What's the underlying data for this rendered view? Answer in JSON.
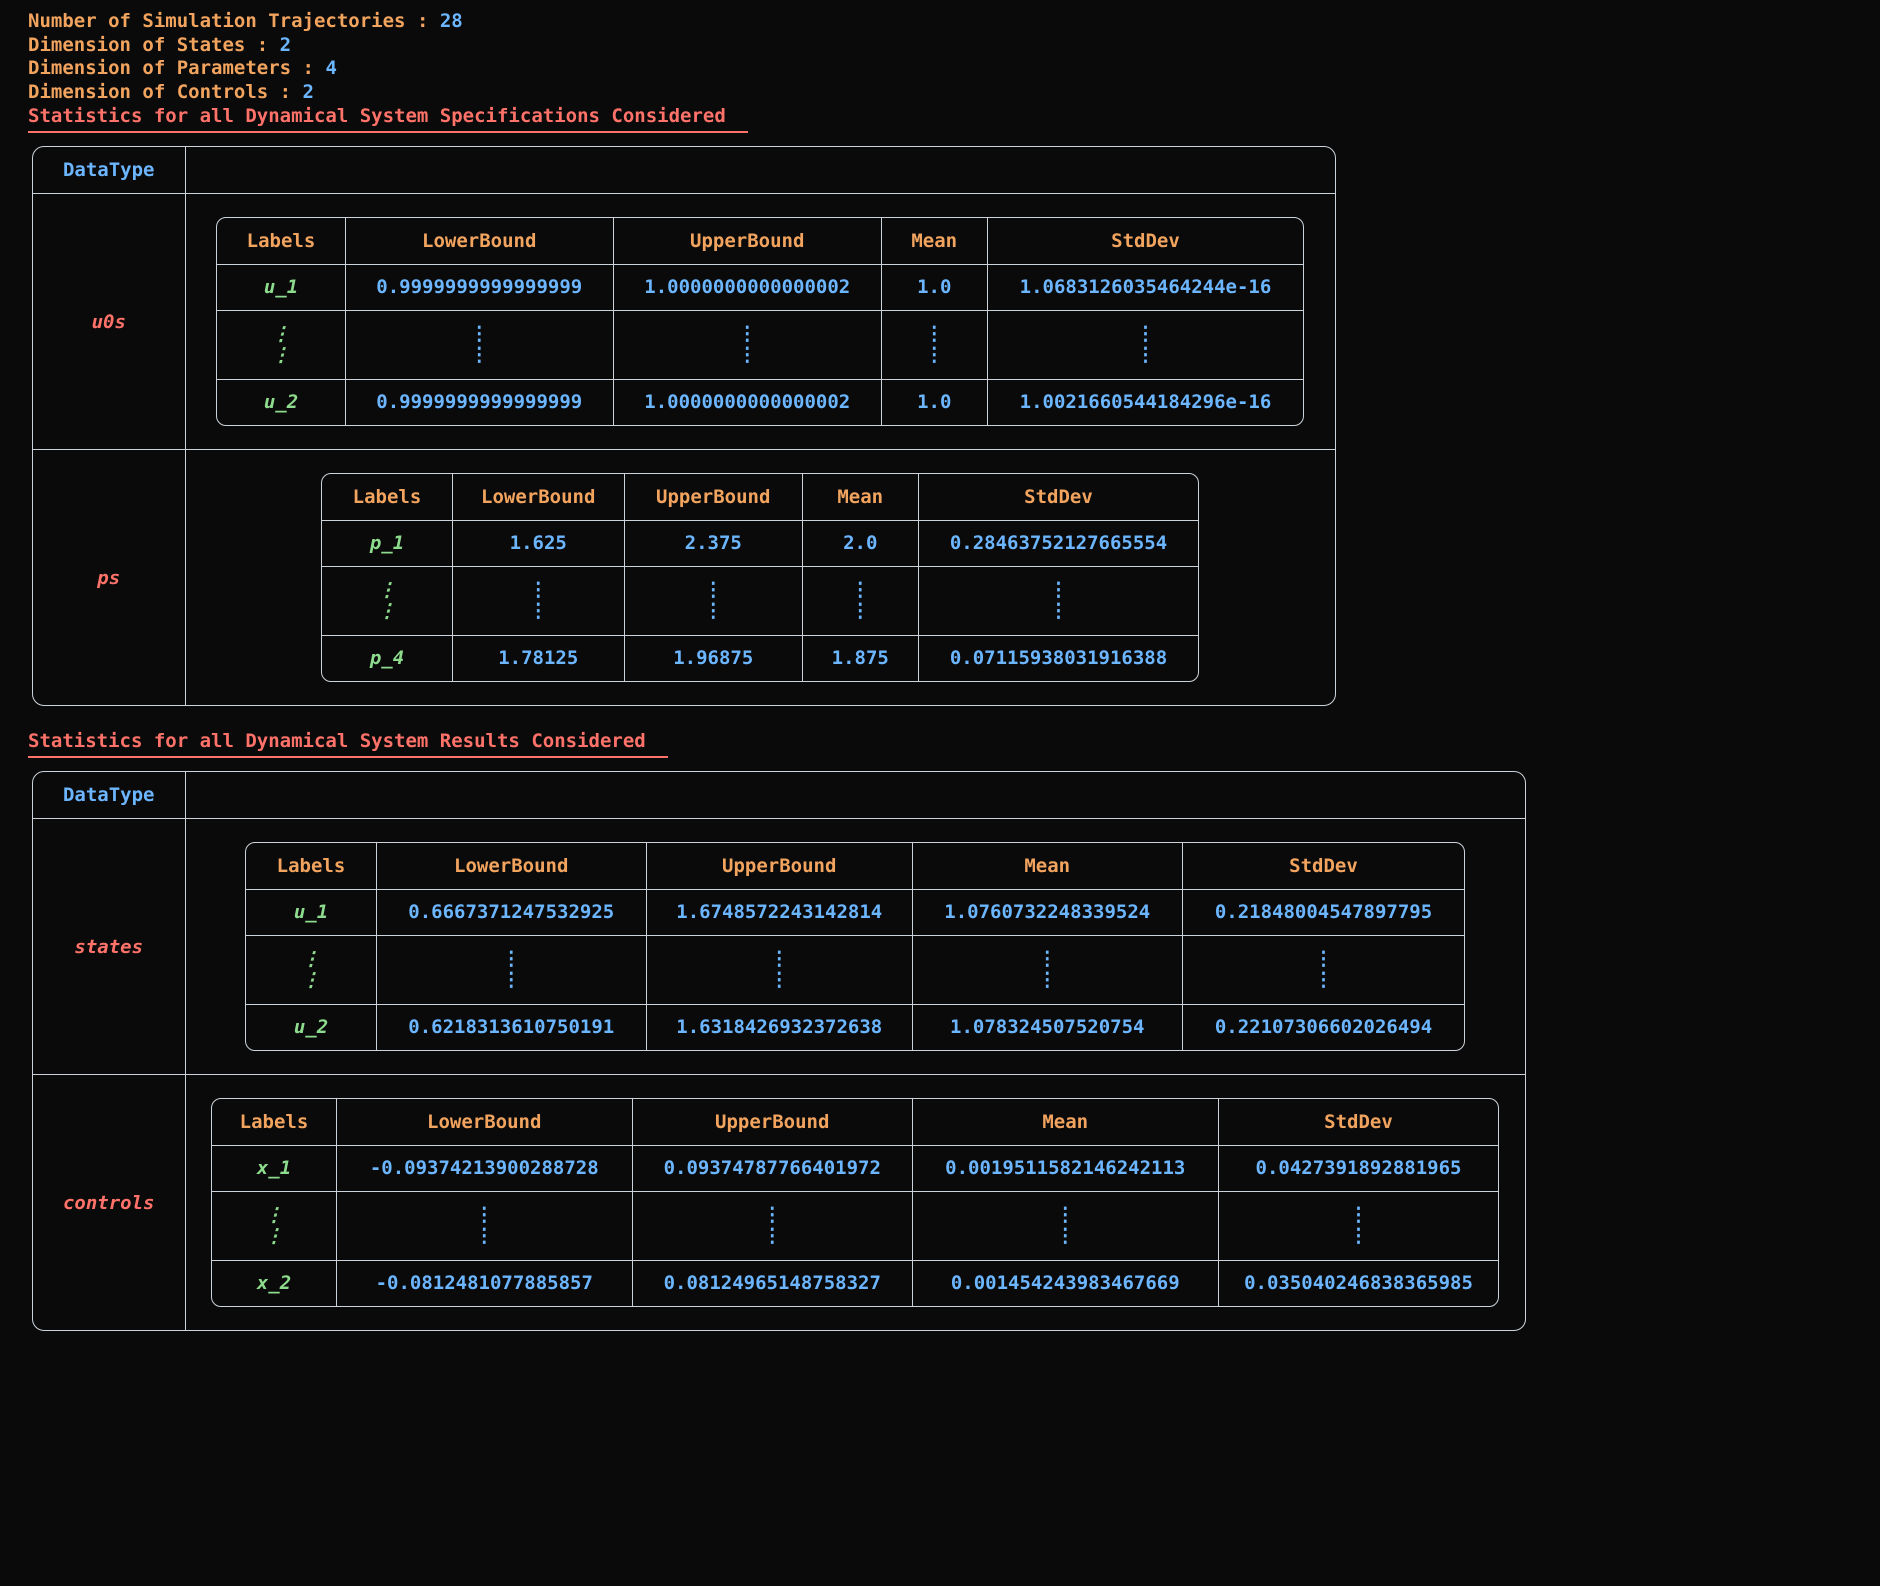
{
  "glyphs": {
    "vdots": "⋮"
  },
  "info_lines": [
    {
      "label": "Number of Simulation Trajectories",
      "sep": " : ",
      "value": "28"
    },
    {
      "label": "Dimension of States",
      "sep": " : ",
      "value": "2"
    },
    {
      "label": "Dimension of Parameters",
      "sep": " : ",
      "value": "4"
    },
    {
      "label": "Dimension of Controls",
      "sep": " : ",
      "value": "2"
    }
  ],
  "sections": [
    {
      "title": "Statistics for all Dynamical System Specifications Considered",
      "datatype_header": "DataType",
      "groups": [
        {
          "name": "u0s",
          "columns": [
            "Labels",
            "LowerBound",
            "UpperBound",
            "Mean",
            "StdDev"
          ],
          "rows": [
            {
              "label": "u_1",
              "lower": "0.9999999999999999",
              "upper": "1.0000000000000002",
              "mean": "1.0",
              "std": "1.0683126035464244e-16"
            },
            {
              "label": "u_2",
              "lower": "0.9999999999999999",
              "upper": "1.0000000000000002",
              "mean": "1.0",
              "std": "1.0021660544184296e-16"
            }
          ]
        },
        {
          "name": "ps",
          "columns": [
            "Labels",
            "LowerBound",
            "UpperBound",
            "Mean",
            "StdDev"
          ],
          "rows": [
            {
              "label": "p_1",
              "lower": "1.625",
              "upper": "2.375",
              "mean": "2.0",
              "std": "0.28463752127665554"
            },
            {
              "label": "p_4",
              "lower": "1.78125",
              "upper": "1.96875",
              "mean": "1.875",
              "std": "0.07115938031916388"
            }
          ]
        }
      ]
    },
    {
      "title": "Statistics for all Dynamical System Results Considered",
      "datatype_header": "DataType",
      "groups": [
        {
          "name": "states",
          "columns": [
            "Labels",
            "LowerBound",
            "UpperBound",
            "Mean",
            "StdDev"
          ],
          "rows": [
            {
              "label": "u_1",
              "lower": "0.6667371247532925",
              "upper": "1.6748572243142814",
              "mean": "1.0760732248339524",
              "std": "0.21848004547897795"
            },
            {
              "label": "u_2",
              "lower": "0.6218313610750191",
              "upper": "1.6318426932372638",
              "mean": "1.078324507520754",
              "std": "0.22107306602026494"
            }
          ]
        },
        {
          "name": "controls",
          "columns": [
            "Labels",
            "LowerBound",
            "UpperBound",
            "Mean",
            "StdDev"
          ],
          "rows": [
            {
              "label": "x_1",
              "lower": "-0.09374213900288728",
              "upper": "0.09374787766401972",
              "mean": "0.0019511582146242113",
              "std": "0.0427391892881965"
            },
            {
              "label": "x_2",
              "lower": "-0.0812481077885857",
              "upper": "0.08124965148758327",
              "mean": "0.001454243983467669",
              "std": "0.035040246838365985"
            }
          ]
        }
      ]
    }
  ]
}
